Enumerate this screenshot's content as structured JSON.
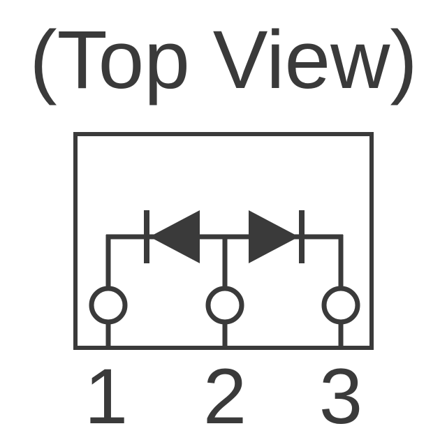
{
  "title": "(Top View)",
  "pins": [
    {
      "label": "1"
    },
    {
      "label": "2"
    },
    {
      "label": "3"
    }
  ],
  "colors": {
    "ink": "#3a3a3a",
    "background": "#ffffff"
  }
}
